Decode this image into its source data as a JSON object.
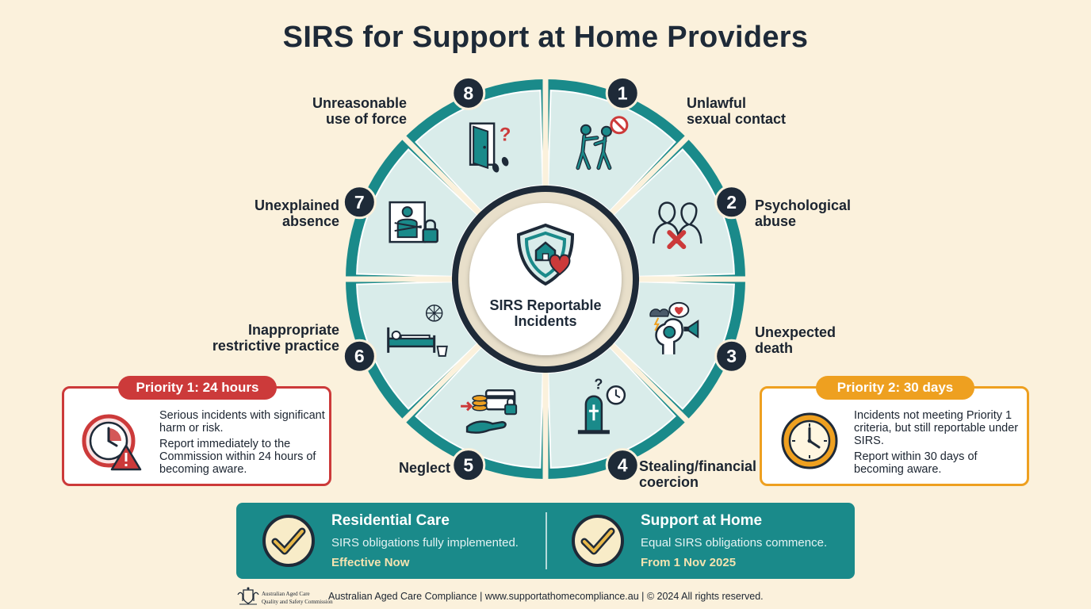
{
  "title": "SIRS for Support at Home Providers",
  "center_label": [
    "SIRS Reportable",
    "Incidents"
  ],
  "colors": {
    "teal": "#1a8a8a",
    "teal_light": "#d9ecea",
    "navy": "#1e2a38",
    "red": "#cc3a3a",
    "orange": "#eea020",
    "background": "#fbf1dc"
  },
  "categories": [
    {
      "number": "1",
      "label": [
        "Unreasonable",
        "use of force"
      ],
      "icon": "use-of-force-icon"
    },
    {
      "number": "2",
      "label": [
        "Unlawful",
        "sexual contact"
      ],
      "icon": "sexual-contact-icon"
    },
    {
      "number": "3",
      "label": [
        "Psychological",
        "abuse"
      ],
      "icon": "psychological-abuse-icon"
    },
    {
      "number": "4",
      "label": [
        "Unexpected",
        "death"
      ],
      "icon": "gravestone-icon"
    },
    {
      "number": "5",
      "label": [
        "Stealing/financial",
        "coercion"
      ],
      "icon": "financial-coercion-icon"
    },
    {
      "number": "6",
      "label": [
        "Neglect"
      ],
      "icon": "neglect-bed-icon"
    },
    {
      "number": "7",
      "label": [
        "Inappropriate",
        "restrictive practice"
      ],
      "icon": "restraint-icon"
    },
    {
      "number": "8",
      "label": [
        "Unexplained",
        "absence"
      ],
      "icon": "open-door-icon"
    }
  ],
  "priority1": {
    "heading": "Priority 1: 24 hours",
    "line1": "Serious incidents with significant harm or risk.",
    "line2": "Report immediately to the Commission within 24 hours of becoming aware."
  },
  "priority2": {
    "heading": "Priority 2: 30 days",
    "line1": "Incidents not meeting Priority 1 criteria, but still reportable under SIRS.",
    "line2": "Report within 30 days of becoming aware."
  },
  "banner": {
    "residential": {
      "heading": "Residential Care",
      "text": "SIRS obligations fully implemented.",
      "effective": "Effective Now"
    },
    "home": {
      "heading": "Support at Home",
      "text": "Equal SIRS obligations commence.",
      "effective": "From 1 Nov 2025"
    }
  },
  "footer": {
    "logo_line1": "Australian Aged Care",
    "logo_line2": "Quality and Safety Commission",
    "text": "Australian Aged Care Compliance | www.supportathomecompliance.au | © 2024 All rights reserved."
  }
}
